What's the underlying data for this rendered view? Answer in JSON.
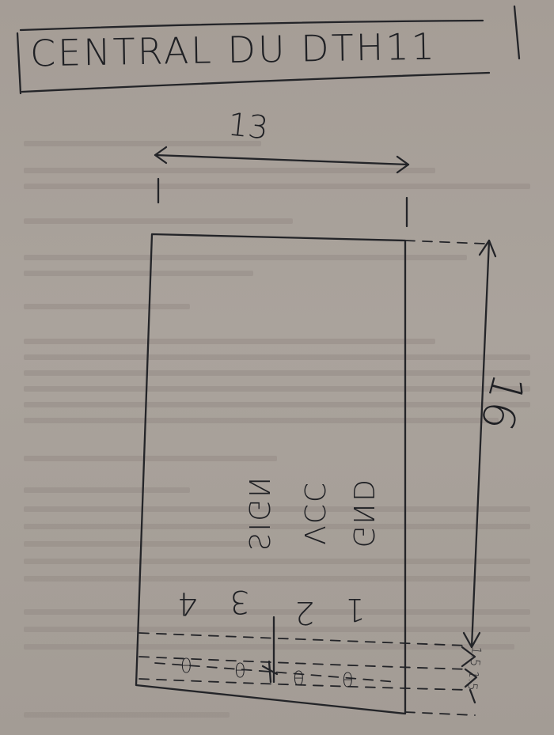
{
  "drawing": {
    "title": "CENTRAL DU DTH11",
    "width_dimension": "13",
    "height_dimension": "16",
    "pin_spacing_dimension": "1.5 1.5"
  },
  "pins": [
    {
      "number": "1",
      "name": "GND"
    },
    {
      "number": "2",
      "name": "VCC"
    },
    {
      "number": "3",
      "name": "SIGN"
    },
    {
      "number": "4",
      "name": ""
    }
  ]
}
